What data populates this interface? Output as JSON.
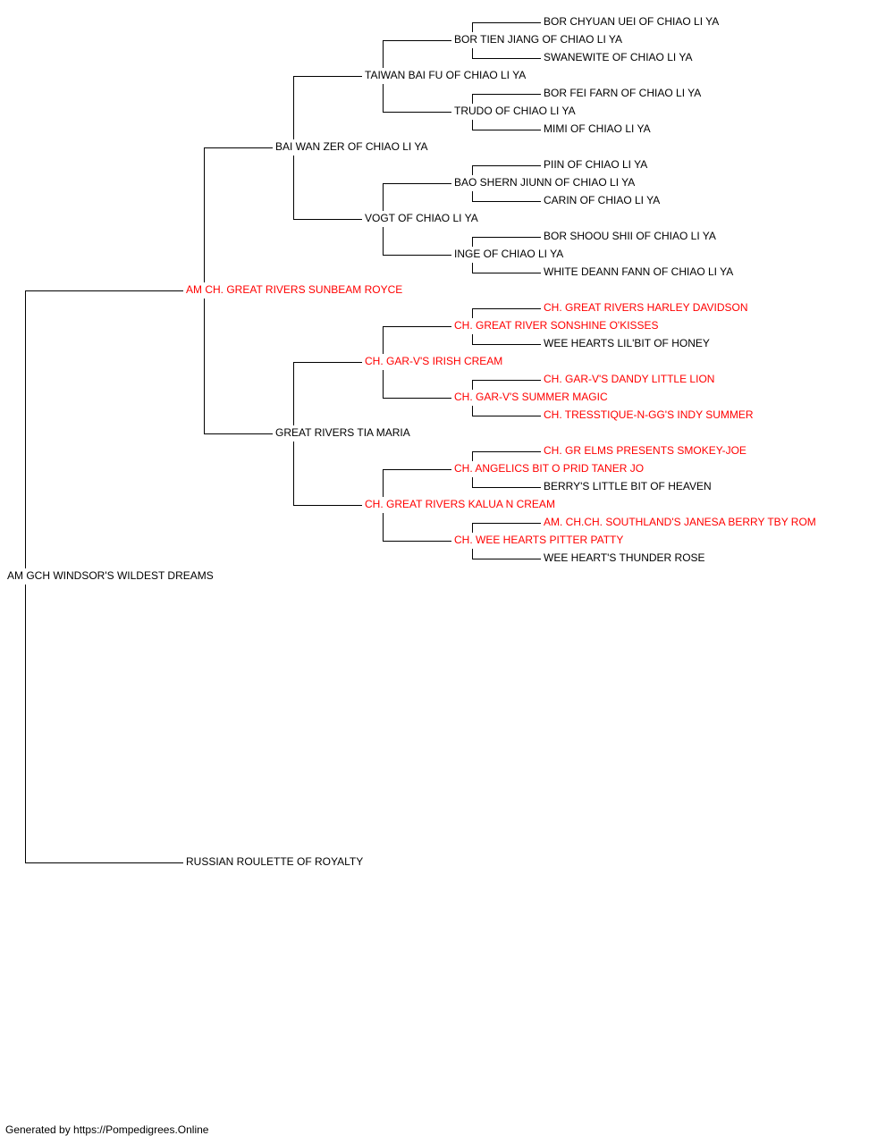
{
  "colors": {
    "champion": "#ff0000",
    "regular": "#000000",
    "line": "#000000"
  },
  "pedigree": {
    "subject": {
      "name": "AM GCH WINDSOR'S WILDEST DREAMS",
      "champion": false
    },
    "sire": {
      "name": "AM CH. GREAT RIVERS SUNBEAM ROYCE",
      "champion": true
    },
    "dam": {
      "name": "RUSSIAN ROULETTE OF ROYALTY",
      "champion": false
    },
    "sire_sire": {
      "name": "BAI WAN ZER OF CHIAO LI YA",
      "champion": false
    },
    "sire_dam": {
      "name": "GREAT RIVERS TIA MARIA",
      "champion": false
    },
    "sire_sire_sire": {
      "name": "TAIWAN BAI FU OF CHIAO LI YA",
      "champion": false
    },
    "sire_sire_dam": {
      "name": "VOGT OF CHIAO LI YA",
      "champion": false
    },
    "sire_dam_sire": {
      "name": "CH. GAR-V'S IRISH CREAM",
      "champion": true
    },
    "sire_dam_dam": {
      "name": "CH. GREAT RIVERS KALUA N CREAM",
      "champion": true
    },
    "gen4": [
      {
        "name": "BOR TIEN JIANG OF CHIAO LI YA",
        "champion": false
      },
      {
        "name": "TRUDO OF CHIAO LI YA",
        "champion": false
      },
      {
        "name": "BAO SHERN JIUNN OF CHIAO LI YA",
        "champion": false
      },
      {
        "name": "INGE OF CHIAO LI YA",
        "champion": false
      },
      {
        "name": "CH. GREAT RIVER SONSHINE O'KISSES",
        "champion": true
      },
      {
        "name": "CH. GAR-V'S SUMMER MAGIC",
        "champion": true
      },
      {
        "name": "CH. ANGELICS BIT O PRID TANER JO",
        "champion": true
      },
      {
        "name": "CH. WEE HEARTS PITTER PATTY",
        "champion": true
      }
    ],
    "gen5": [
      {
        "name": "BOR CHYUAN UEI OF CHIAO LI YA",
        "champion": false
      },
      {
        "name": "SWANEWITE OF CHIAO LI YA",
        "champion": false
      },
      {
        "name": "BOR FEI FARN OF CHIAO LI YA",
        "champion": false
      },
      {
        "name": "MIMI OF CHIAO LI YA",
        "champion": false
      },
      {
        "name": "PIIN OF CHIAO LI YA",
        "champion": false
      },
      {
        "name": "CARIN OF CHIAO LI YA",
        "champion": false
      },
      {
        "name": "BOR SHOOU SHII OF CHIAO LI YA",
        "champion": false
      },
      {
        "name": "WHITE DEANN FANN OF CHIAO LI YA",
        "champion": false
      },
      {
        "name": "CH. GREAT RIVERS HARLEY DAVIDSON",
        "champion": true
      },
      {
        "name": "WEE HEARTS LIL'BIT OF HONEY",
        "champion": false
      },
      {
        "name": "CH. GAR-V'S DANDY LITTLE LION",
        "champion": true
      },
      {
        "name": "CH. TRESSTIQUE-N-GG'S INDY SUMMER",
        "champion": true
      },
      {
        "name": "CH. GR ELMS PRESENTS SMOKEY-JOE",
        "champion": true
      },
      {
        "name": "BERRY'S LITTLE BIT OF HEAVEN",
        "champion": false
      },
      {
        "name": "AM. CH.CH. SOUTHLAND'S JANESA BERRY TBY ROM",
        "champion": true
      },
      {
        "name": "WEE HEART'S THUNDER ROSE",
        "champion": false
      }
    ]
  },
  "footer": {
    "text": "Generated by https://Pompedigrees.Online"
  }
}
